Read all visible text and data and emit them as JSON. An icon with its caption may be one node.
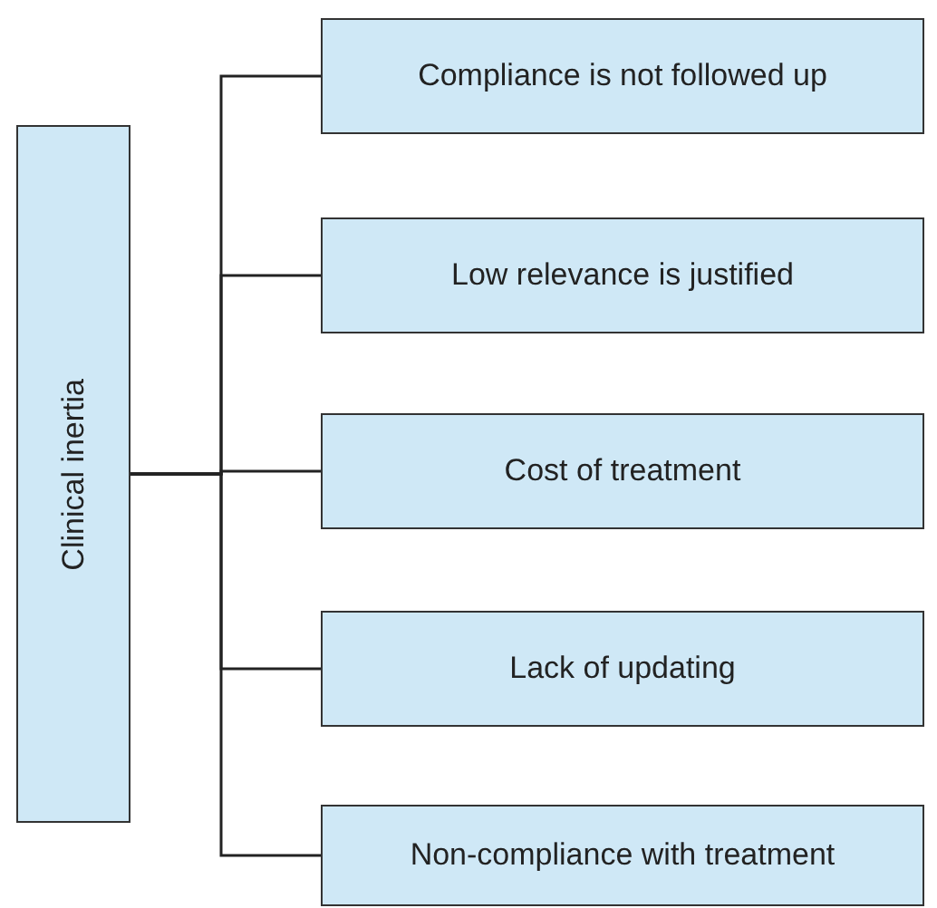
{
  "diagram": {
    "nodes": [
      {
        "text": [
          "Clinical inertia"
        ]
      },
      {
        "text": [
          "Compliance is not followed up"
        ]
      },
      {
        "text": [
          "Low relevance is justified"
        ]
      },
      {
        "text": [
          "Cost of treatment"
        ]
      },
      {
        "text": [
          "Lack of updating"
        ]
      },
      {
        "text": [
          "Non-compliance with treatment"
        ]
      }
    ],
    "edges": [
      {
        "from": 0,
        "to": 1,
        "arrow": "none"
      },
      {
        "from": 0,
        "to": 2,
        "arrow": "none"
      },
      {
        "from": 0,
        "to": 3,
        "arrow": "none"
      },
      {
        "from": 0,
        "to": 4,
        "arrow": "none"
      },
      {
        "from": 0,
        "to": 5,
        "arrow": "none"
      }
    ]
  }
}
